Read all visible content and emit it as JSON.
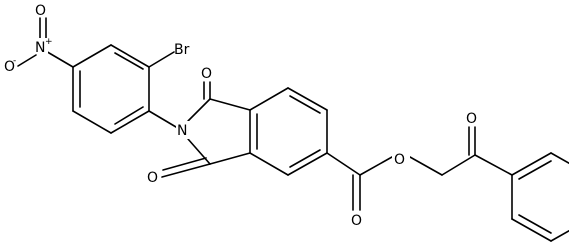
{
  "atoms": {
    "o_nitro": "O",
    "o_nitro_charge": "-",
    "n_nitro": "N",
    "n_nitro_charge": "+",
    "br": "Br",
    "n_imide": "N",
    "o_imide_top": "O",
    "o_imide_bottom": "O",
    "o_ester_carbonyl": "O",
    "o_ester": "O",
    "o_ketone": "O"
  }
}
